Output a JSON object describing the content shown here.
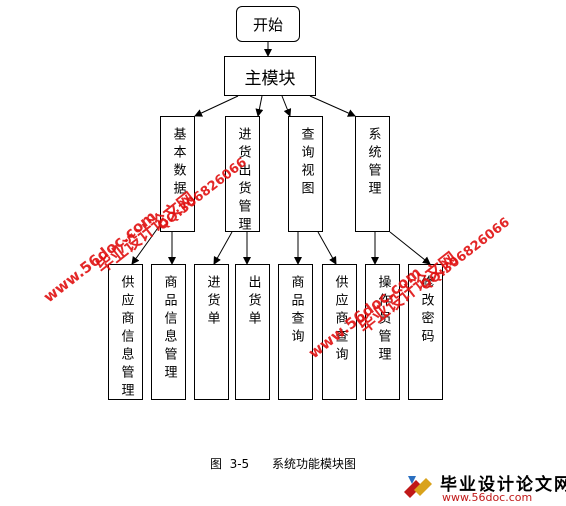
{
  "diagram": {
    "start": "开始",
    "main": "主模块",
    "groups": [
      "基本数据",
      "进货出货管理",
      "查询视图",
      "系统管理"
    ],
    "leaves": [
      "供应商信息管理",
      "商品信息管理",
      "进货单",
      "出货单",
      "商品查询",
      "供应商查询",
      "操作员管理",
      "修改密码"
    ]
  },
  "caption": "图  3-5      系统功能模块图",
  "watermarks": {
    "site": "www.56doc.com",
    "brand": "毕业设计论文网",
    "qq": "QQ:306826066"
  },
  "logo": {
    "name": "毕业设计论文网",
    "url": "www.56doc.com"
  },
  "colors": {
    "watermark": "#e01010",
    "line": "#000000",
    "background": "#ffffff"
  }
}
